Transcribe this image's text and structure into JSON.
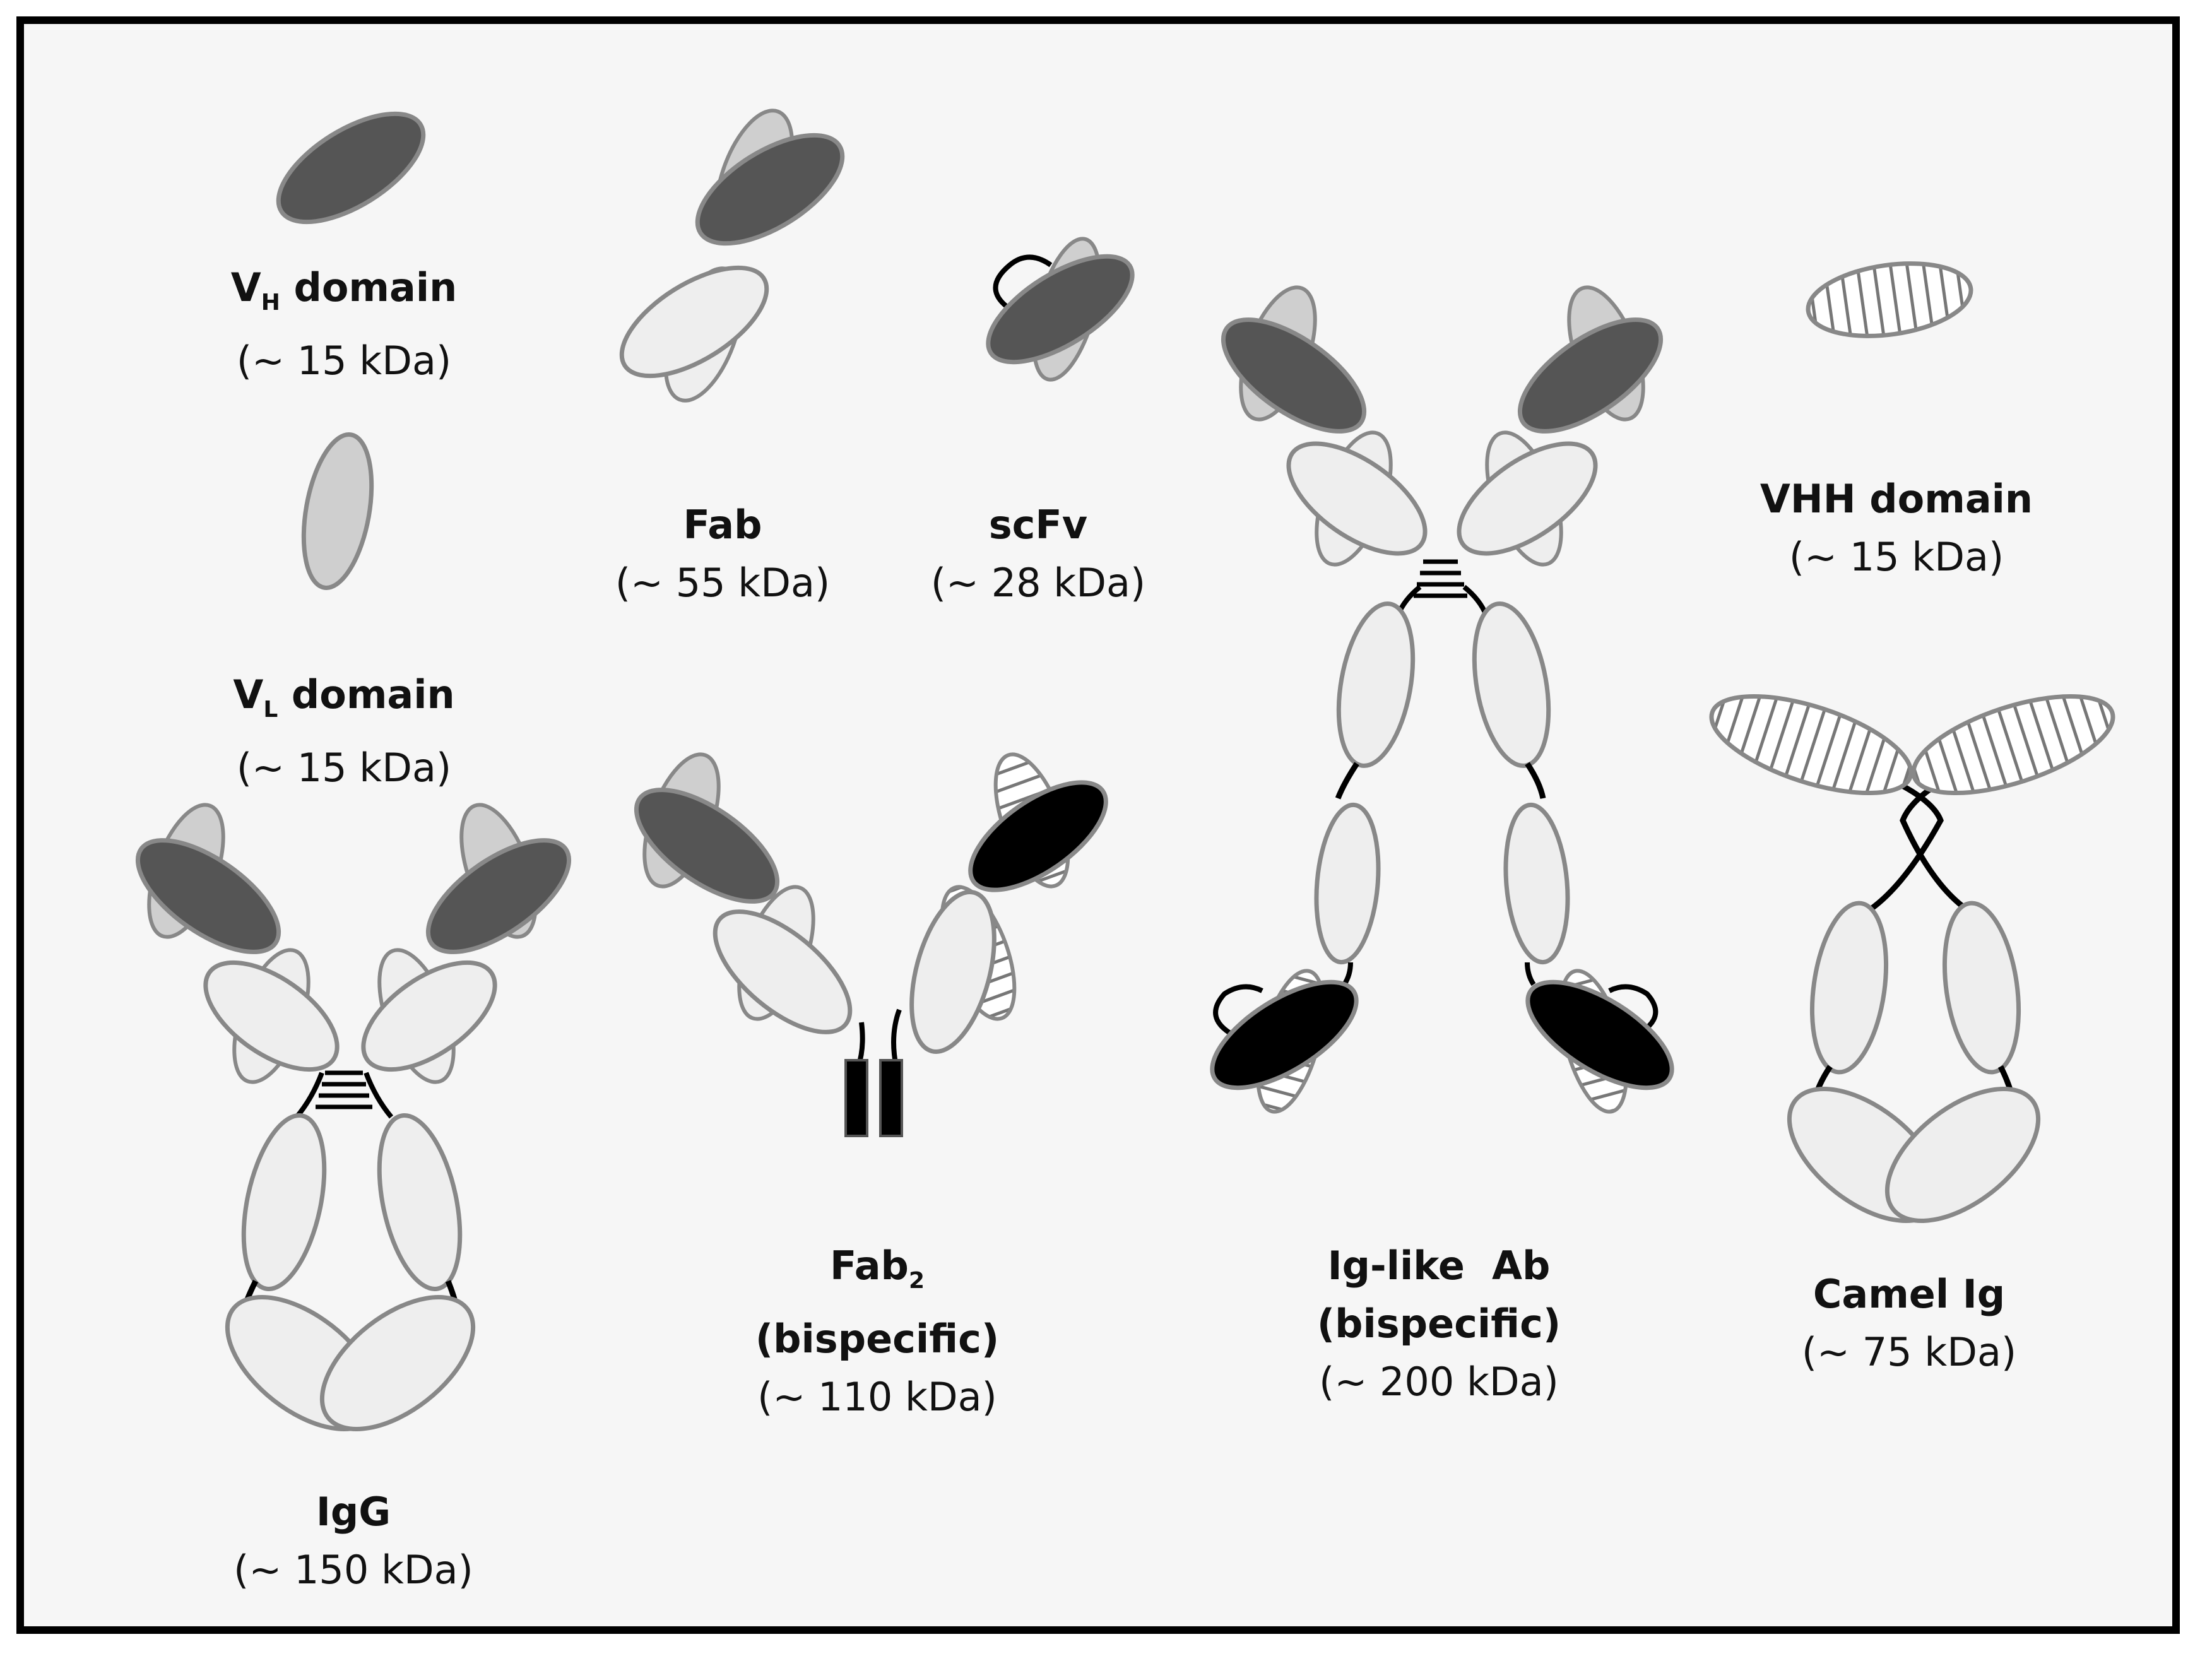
{
  "colors": {
    "frame_border": "#000000",
    "background": "#f6f6f6",
    "vh_domain": "#555555",
    "vl_domain": "#cfcfcf",
    "constant_domain": "#eeeeee",
    "second_specificity_vh": "#000000",
    "vhh_hatched": "#ffffff",
    "outline": "#777777",
    "linker": "#000000"
  },
  "labels": {
    "vh": {
      "prefix": "V",
      "subscript": "H",
      "suffix": " domain",
      "mass": "(~ 15 kDa)"
    },
    "vl": {
      "prefix": "V",
      "subscript": "L",
      "suffix": " domain",
      "mass": "(~ 15 kDa)"
    },
    "fab": {
      "name": "Fab",
      "mass": "(~ 55 kDa)"
    },
    "scfv": {
      "name": "scFv",
      "mass": "(~ 28 kDa)"
    },
    "vhh": {
      "name": "VHH domain",
      "mass": "(~ 15 kDa)"
    },
    "igg": {
      "name": "IgG",
      "mass": "(~ 150 kDa)"
    },
    "fab2": {
      "prefix": "Fab",
      "subscript": "2",
      "line2": "(bispecific)",
      "mass": "(~ 110 kDa)"
    },
    "iglike": {
      "name": "Ig-like  Ab",
      "line2": "(bispecific)",
      "mass": "(~ 200 kDa)"
    },
    "camel": {
      "name": "Camel Ig",
      "mass": "(~ 75 kDa)"
    }
  }
}
